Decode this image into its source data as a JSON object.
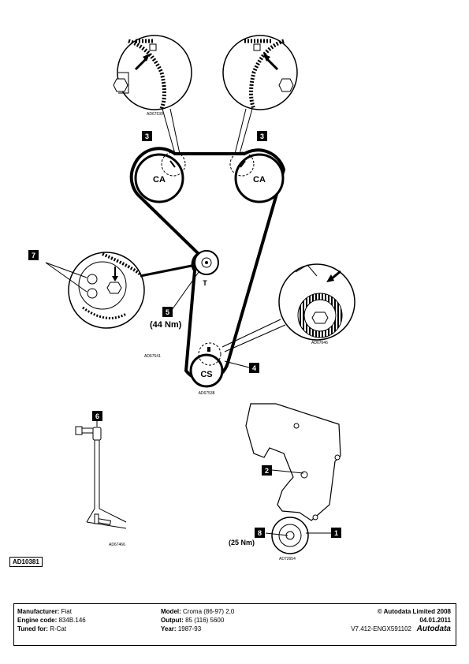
{
  "callouts": {
    "c1": "1",
    "c2": "2",
    "c3a": "3",
    "c3b": "3",
    "c4": "4",
    "c5": "5",
    "c6": "6",
    "c7": "7",
    "c8": "8"
  },
  "torques": {
    "tensioner": "(44 Nm)",
    "crank_bolt": "(25 Nm)"
  },
  "pulley_labels": {
    "cam_left": "CA",
    "cam_right": "CA",
    "crank": "CS",
    "tensioner": "T"
  },
  "figure_refs": {
    "cam_left_detail": "AD67539",
    "crank_detail": "AD67646",
    "belt_layout": "AD67541",
    "crank_pulley": "AD67538",
    "lock_tool": "AD67466",
    "cover_detail": "AD72654",
    "page_ref": "AD10381"
  },
  "footer": {
    "manufacturer_label": "Manufacturer:",
    "manufacturer": "Fiat",
    "engine_code_label": "Engine code:",
    "engine_code": "834B.146",
    "tuned_for_label": "Tuned for:",
    "tuned_for": "R-Cat",
    "model_label": "Model:",
    "model": "Croma (86-97) 2,0",
    "output_label": "Output:",
    "output": "85 (116) 5600",
    "year_label": "Year:",
    "year": "1987-93",
    "copyright": "© Autodata Limited 2008",
    "date": "04.01.2011",
    "version": "V7.412-ENGX591102",
    "logo": "Autodata"
  }
}
